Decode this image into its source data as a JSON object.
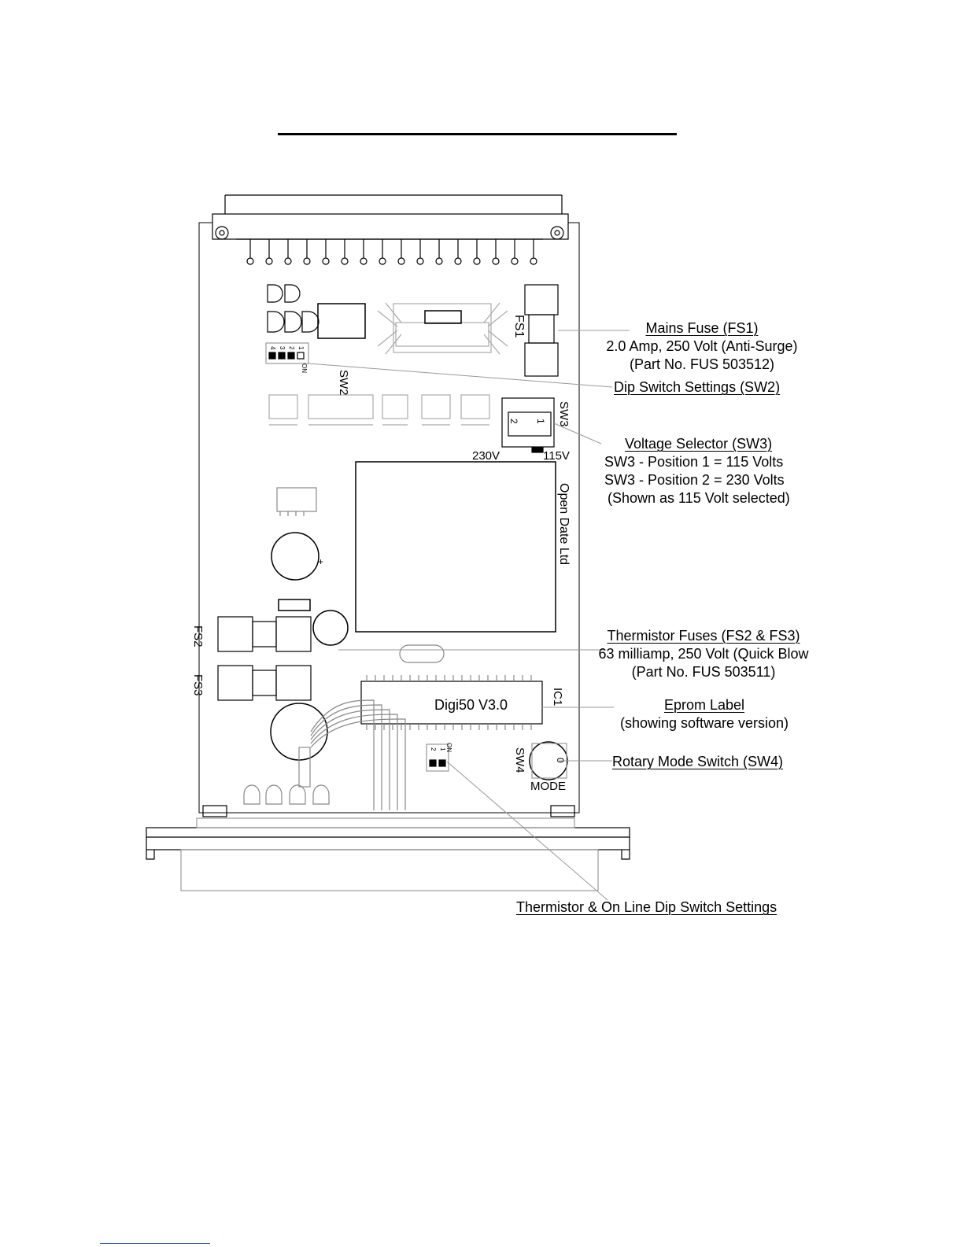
{
  "board": {
    "fs1": "FS1",
    "fs2": "FS2",
    "fs3": "FS3",
    "sw2": "SW2",
    "sw3": "SW3",
    "sw4": "SW4",
    "ic1": "IC1",
    "v230": "230V",
    "v115": "115V",
    "maker": "Open Date Ltd",
    "eprom": "Digi50 V3.0",
    "mode": "MODE",
    "rotary_pos": "0",
    "sw3_pos1": "1",
    "sw3_pos2": "2",
    "on_label": "ON",
    "sw2_numbers": [
      "1",
      "2",
      "3",
      "4"
    ],
    "sw5_numbers": [
      "1",
      "2"
    ]
  },
  "annotations": {
    "mains_fuse": {
      "title": "Mains Fuse (FS1)",
      "line1": "2.0 Amp, 250 Volt (Anti-Surge)",
      "line2": "(Part No. FUS 503512)"
    },
    "dip_switch": {
      "title": "Dip Switch Settings (SW2)"
    },
    "voltage_selector": {
      "title": "Voltage Selector (SW3)",
      "line1": "SW3 - Position 1 = 115 Volts",
      "line2": "SW3 - Position 2 = 230 Volts",
      "line3": "(Shown as 115 Volt selected)"
    },
    "thermistor_fuses": {
      "title": "Thermistor Fuses (FS2 & FS3)",
      "line1": "63 milliamp, 250 Volt (Quick Blow",
      "line2": "(Part No. FUS 503511)"
    },
    "eprom_label": {
      "title": "Eprom Label",
      "line1": "(showing software version)"
    },
    "rotary_switch": {
      "title": "Rotary Mode Switch (SW4)"
    },
    "thermistor_online": {
      "title": "Thermistor & On Line Dip Switch Settings"
    }
  }
}
